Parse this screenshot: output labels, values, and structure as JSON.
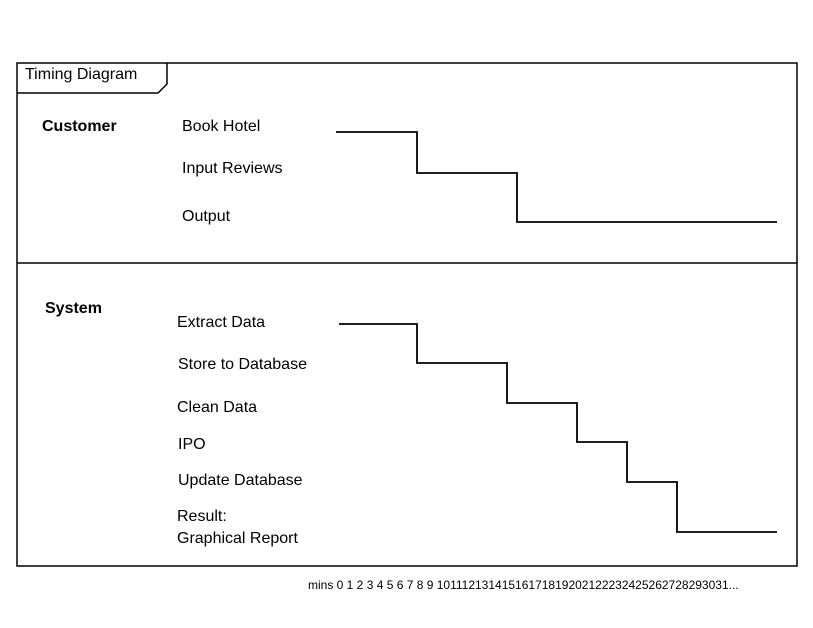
{
  "frame": {
    "title": "Timing Diagram"
  },
  "lifelines": [
    {
      "name": "Customer",
      "states": [
        "Book Hotel",
        "Input Reviews",
        "Output"
      ]
    },
    {
      "name": "System",
      "states": [
        "Extract Data",
        "Store to Database",
        "Clean Data",
        "IPO",
        "Update Database",
        "Result:\nGraphical Report"
      ]
    }
  ],
  "time_axis": {
    "label": "mins 0 1 2 3 4 5 6 7 8 9 10111213141516171819202122232425262728293031..."
  },
  "colors": {
    "line": "#000000",
    "background": "#ffffff"
  }
}
